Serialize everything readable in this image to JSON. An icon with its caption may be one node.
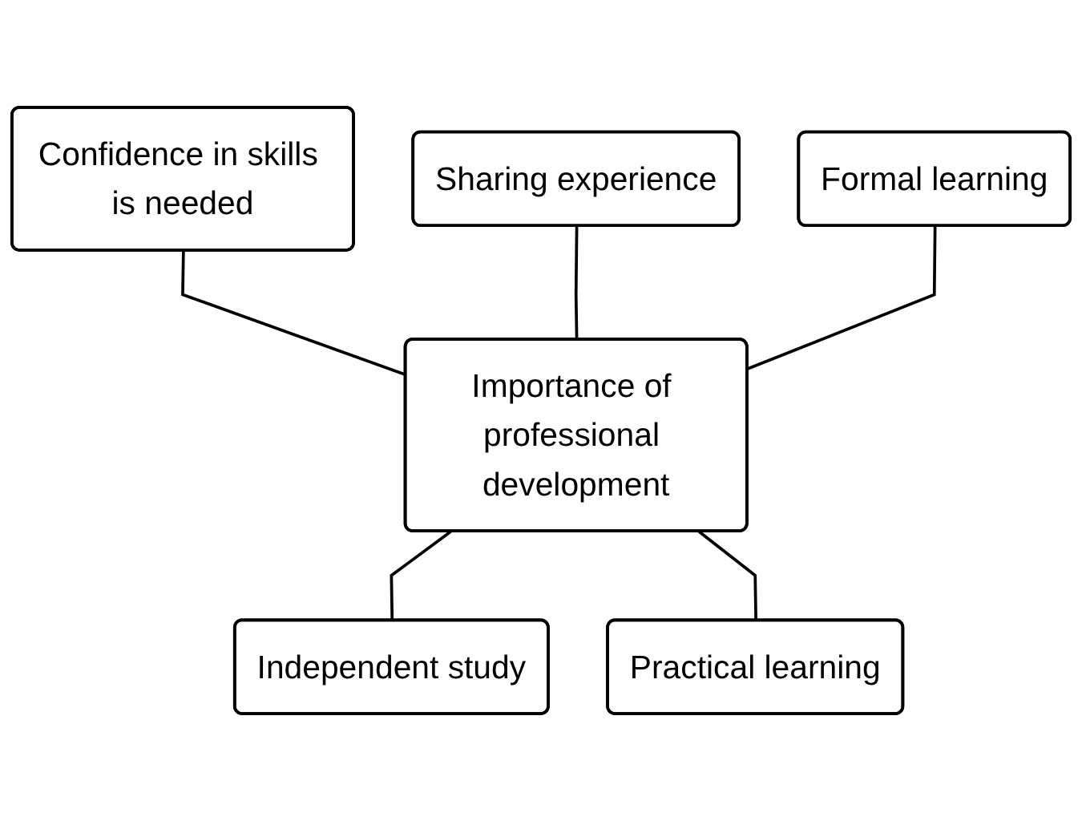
{
  "diagram": {
    "nodes": [
      {
        "text": [
          "Confidence in skills is needed"
        ]
      },
      {
        "text": [
          "Sharing experience"
        ]
      },
      {
        "text": [
          "Formal learning"
        ]
      },
      {
        "text": [
          "Importance of professional development"
        ]
      },
      {
        "text": [
          "Independent study"
        ]
      },
      {
        "text": [
          "Practical learning"
        ]
      }
    ],
    "edges": [
      {
        "from": 0,
        "to": 3,
        "arrow": "none"
      },
      {
        "from": 1,
        "to": 3,
        "arrow": "none"
      },
      {
        "from": 2,
        "to": 3,
        "arrow": "none"
      },
      {
        "from": 3,
        "to": 4,
        "arrow": "none"
      },
      {
        "from": 3,
        "to": 5,
        "arrow": "none"
      }
    ]
  }
}
